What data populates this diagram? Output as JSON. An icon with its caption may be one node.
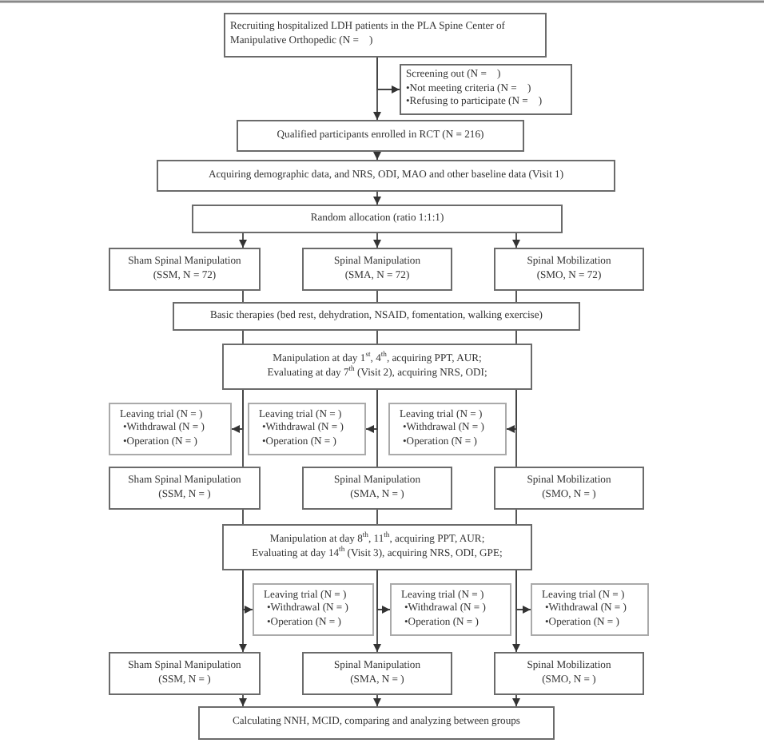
{
  "diagram": {
    "nodes": [
      {
        "text": [
          "Recruiting hospitalized LDH patients in the PLA Spine Center of Manipulative Orthopedic (N =    )"
        ]
      },
      {
        "text": [
          "Screening out (N =    )",
          "•Not meeting criteria (N =    )",
          "•Refusing to participate (N =    )"
        ]
      },
      {
        "text": [
          "Qualified participants enrolled in RCT (N = 216)"
        ]
      },
      {
        "text": [
          "Acquiring demographic data, and NRS, ODI, MAO and other baseline data (Visit 1)"
        ]
      },
      {
        "text": [
          "Random allocation (ratio 1:1:1)"
        ]
      },
      {
        "text": [
          "Sham Spinal Manipulation",
          "(SSM, N = 72)"
        ]
      },
      {
        "text": [
          "Spinal Manipulation",
          "(SMA, N = 72)"
        ]
      },
      {
        "text": [
          "Spinal Mobilization",
          "(SMO, N = 72)"
        ]
      },
      {
        "text": [
          "Basic therapies (bed rest, dehydration, NSAID, fomentation, walking exercise)"
        ]
      },
      {
        "text": [
          "Manipulation at day 1$^{st}$, 4$^{th}$, acquiring PPT, AUR;",
          "Evaluating at day 7$^{th}$ (Visit 2), acquiring NRS, ODI;"
        ]
      },
      {
        "text": [
          "Leaving trial (N = )",
          "•Withdrawal (N = )",
          "•Operation (N = )"
        ]
      },
      {
        "text": [
          "Leaving trial (N = )",
          "•Withdrawal (N = )",
          "•Operation (N = )"
        ]
      },
      {
        "text": [
          "Leaving trial (N = )",
          "•Withdrawal (N = )",
          "•Operation (N = )"
        ]
      },
      {
        "text": [
          "Sham Spinal Manipulation",
          "(SSM, N = )"
        ]
      },
      {
        "text": [
          "Spinal Manipulation",
          "(SMA, N = )"
        ]
      },
      {
        "text": [
          "Spinal Mobilization",
          "(SMO, N = )"
        ]
      },
      {
        "text": [
          "Manipulation at day 8$^{th}$, 11$^{th}$, acquiring PPT, AUR;",
          "Evaluating at day 14$^{th}$ (Visit 3), acquiring NRS, ODI, GPE;"
        ]
      },
      {
        "text": [
          "Leaving trial (N = )",
          "•Withdrawal (N = )",
          "•Operation (N = )"
        ]
      },
      {
        "text": [
          "Leaving trial (N = )",
          "•Withdrawal (N = )",
          "•Operation (N = )"
        ]
      },
      {
        "text": [
          "Leaving trial (N = )",
          "•Withdrawal (N = )",
          "•Operation (N = )"
        ]
      },
      {
        "text": [
          "Sham Spinal Manipulation",
          "(SSM, N = )"
        ]
      },
      {
        "text": [
          "Spinal Manipulation",
          "(SMA, N = )"
        ]
      },
      {
        "text": [
          "Spinal Mobilization",
          "(SMO, N = )"
        ]
      },
      {
        "text": [
          "Calculating NNH, MCID, comparing and analyzing between groups"
        ]
      }
    ],
    "edges": [
      {
        "from": 0,
        "to": 2,
        "arrow": "to"
      },
      {
        "from": 0,
        "to": 1,
        "arrow": "to"
      },
      {
        "from": 2,
        "to": 3,
        "arrow": "to"
      },
      {
        "from": 3,
        "to": 4,
        "arrow": "to"
      },
      {
        "from": 4,
        "to": 5,
        "arrow": "to"
      },
      {
        "from": 4,
        "to": 6,
        "arrow": "to"
      },
      {
        "from": 4,
        "to": 7,
        "arrow": "to"
      },
      {
        "from": 5,
        "to": 8,
        "arrow": "none"
      },
      {
        "from": 6,
        "to": 8,
        "arrow": "none"
      },
      {
        "from": 7,
        "to": 8,
        "arrow": "none"
      },
      {
        "from": 8,
        "to": 9,
        "arrow": "none"
      },
      {
        "from": 8,
        "to": 9,
        "arrow": "none"
      },
      {
        "from": 8,
        "to": 9,
        "arrow": "none"
      },
      {
        "from": 9,
        "to": 13,
        "arrow": "none"
      },
      {
        "from": 9,
        "to": 14,
        "arrow": "none"
      },
      {
        "from": 9,
        "to": 15,
        "arrow": "none"
      },
      {
        "from": 9,
        "to": 10,
        "arrow": "to"
      },
      {
        "from": 9,
        "to": 11,
        "arrow": "to"
      },
      {
        "from": 9,
        "to": 12,
        "arrow": "to"
      },
      {
        "from": 13,
        "to": 16,
        "arrow": "none"
      },
      {
        "from": 14,
        "to": 16,
        "arrow": "none"
      },
      {
        "from": 15,
        "to": 16,
        "arrow": "none"
      },
      {
        "from": 16,
        "to": 20,
        "arrow": "to"
      },
      {
        "from": 16,
        "to": 21,
        "arrow": "to"
      },
      {
        "from": 16,
        "to": 22,
        "arrow": "to"
      },
      {
        "from": 16,
        "to": 17,
        "arrow": "to"
      },
      {
        "from": 16,
        "to": 18,
        "arrow": "to"
      },
      {
        "from": 16,
        "to": 19,
        "arrow": "to"
      },
      {
        "from": 20,
        "to": 23,
        "arrow": "to"
      },
      {
        "from": 21,
        "to": 23,
        "arrow": "to"
      },
      {
        "from": 22,
        "to": 23,
        "arrow": "to"
      }
    ]
  }
}
